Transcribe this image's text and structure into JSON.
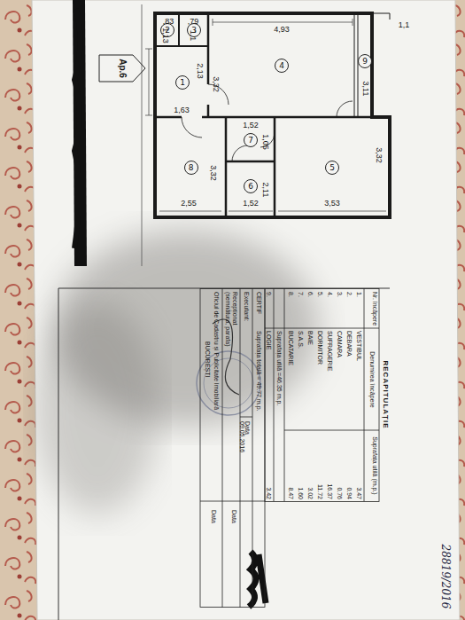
{
  "diagram": {
    "nodes": [
      {
        "text": [
          "1"
        ]
      },
      {
        "text": [
          "2"
        ]
      },
      {
        "text": [
          "3"
        ]
      },
      {
        "text": [
          "4"
        ]
      },
      {
        "text": [
          "5"
        ]
      },
      {
        "text": [
          "6"
        ]
      },
      {
        "text": [
          "7"
        ]
      },
      {
        "text": [
          "8"
        ]
      },
      {
        "text": [
          "9"
        ]
      }
    ],
    "labels": [
      "Ap.6",
      "1,13",
      ",83",
      "1,1",
      ",79",
      "4,93",
      "1,1",
      "3,11",
      "3,32",
      "2,13",
      "1,63",
      "1,52",
      "1,05",
      "3,32",
      "2,11",
      "3,32",
      "2,55",
      "1,52",
      "3,53",
      "RECAPITULAȚIE",
      "Nr. încăpere",
      "Denumirea încăpere",
      "Suprafața utilă (m.p.)",
      "1.",
      "VESTIBUL",
      "3.47",
      "2.",
      "DEBARA",
      "0.94",
      "3.",
      "CAMARA",
      "0.76",
      "4.",
      "SUFRAGERIE",
      "16.37",
      "5.",
      "DORMITOR",
      "11.72",
      "6.",
      "BAIE",
      "3.02",
      "7.",
      "S.A.S.",
      "1.60",
      "8.",
      "BUCATARIE",
      "8.47",
      "Suprafața utilă =46.35 m.p.",
      "9.",
      "LOGIE",
      "3.42",
      "CERTIF",
      "Suprafața totală = 49.77 m.p.",
      "Executant:",
      "Data",
      "09.05.2016",
      "Recepționat",
      "(semnătura, parafa)",
      "Data",
      "Oficiul de Cadastru și Publicitate Imobiliară",
      "BUCUREȘTI",
      "Data",
      "28819/2016"
    ]
  }
}
